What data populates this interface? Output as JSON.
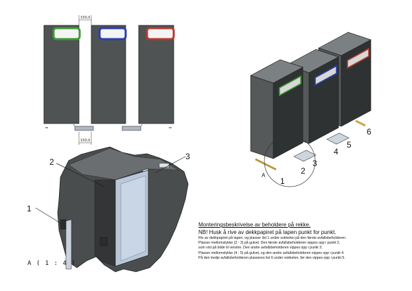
{
  "front_view": {
    "dim_top": "150,0",
    "dim_bottom": "150,0",
    "handle_colors": [
      "#3c9b34",
      "#2a3fb3",
      "#b73a2e"
    ]
  },
  "iso_view": {
    "callouts": [
      "1",
      "2",
      "3",
      "4",
      "5",
      "6"
    ],
    "detail_label": "A"
  },
  "detail_view": {
    "callouts": [
      "1",
      "2",
      "3"
    ],
    "caption": "A ( 1 : 4 )"
  },
  "instructions": {
    "title": "Monteringsbeskrivelse av beholdere på rekke.",
    "note": "NB! Husk å rive av dekkpapiret på tapen punkt for punkt.",
    "lines": [
      "Riv av dekkpapiret på tapen, og plasser list 1 under sokkelen på den første avfallsbeholderen.",
      "Plasser mellomstykke (2 - 3) på gulvet. Den første avfallsbeholderen vippes opp i punkt 2,",
      "som vist på bilde til venstre. Den andre avfallsbeholderen vippes opp i punkt 3.",
      "Plasser mellomstykke (4 - 5) på gulvet, og den andre avfallsbeholderen vippes opp i punkt 4.",
      "På den tredje avfallsbeholderen plasseres list 6 under sokkelen, før den vippes opp i punkt 5."
    ]
  }
}
